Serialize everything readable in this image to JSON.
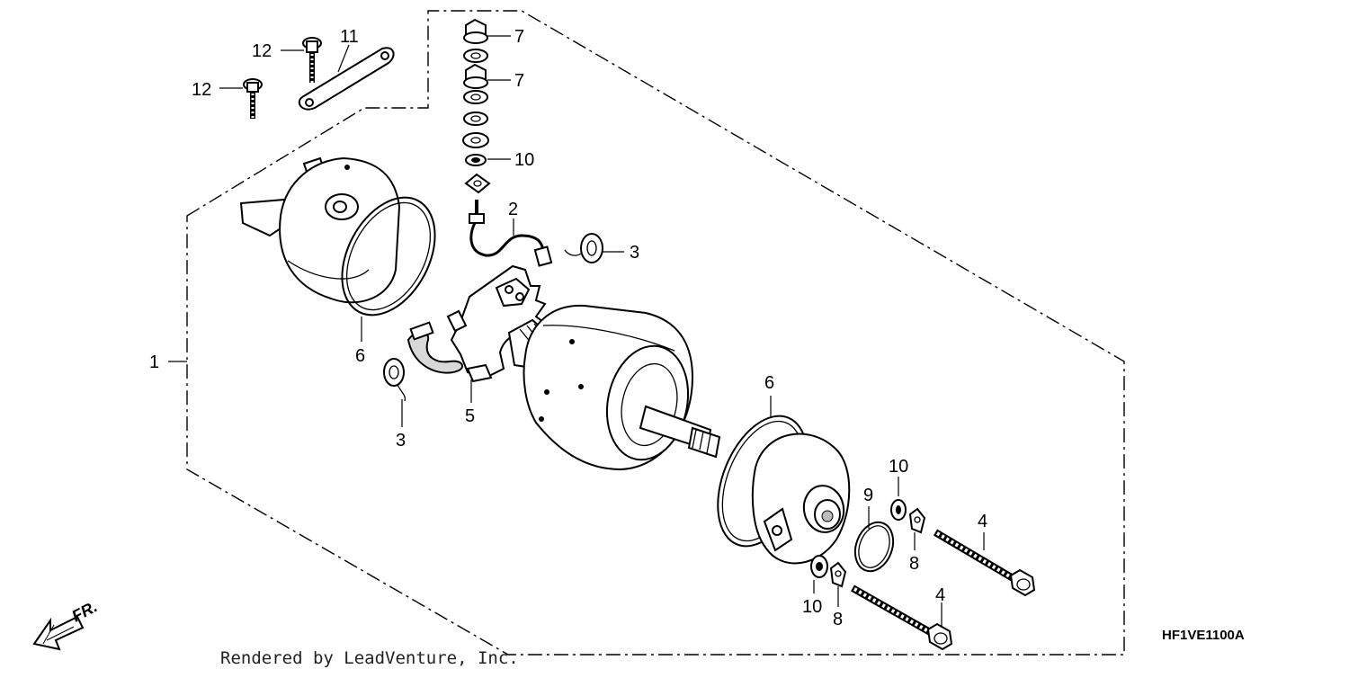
{
  "diagram": {
    "callouts": [
      "1",
      "2",
      "3",
      "3",
      "4",
      "4",
      "5",
      "6",
      "6",
      "7",
      "7",
      "8",
      "8",
      "9",
      "10",
      "10",
      "10",
      "11",
      "12",
      "12"
    ],
    "diagram_code": "HF1VE1100A",
    "credit": "Rendered by LeadVenture, Inc.",
    "front_label": "FR."
  }
}
